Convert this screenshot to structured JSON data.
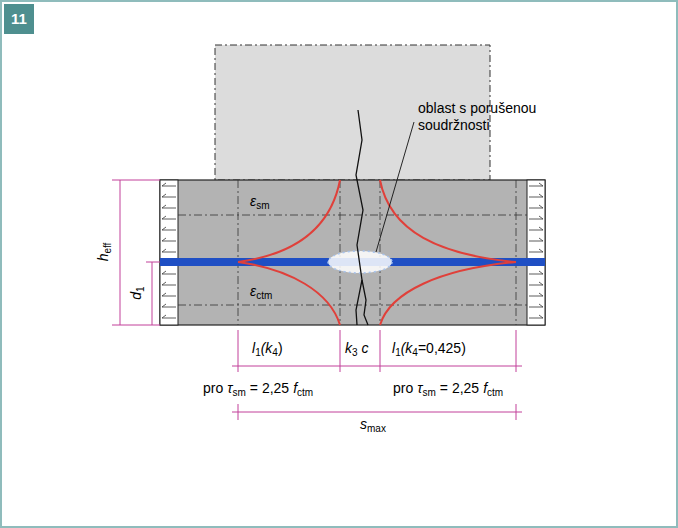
{
  "diagram": {
    "labels": [
      "11",
      "oblast s porušenou soudržnosti",
      "h",
      "eff",
      "d",
      "1",
      "ε",
      "sm",
      "ε",
      "ctm",
      "l",
      "1",
      "(k",
      "4",
      ")",
      "k",
      "3",
      "c",
      "l",
      "1",
      "(k",
      "4",
      "=0,425)",
      "pro",
      "τ",
      "sm",
      "= 2,25",
      "f",
      "ctm",
      "pro",
      "τ",
      "sm",
      "= 2,25",
      "f",
      "ctm",
      "s",
      "max"
    ]
  }
}
